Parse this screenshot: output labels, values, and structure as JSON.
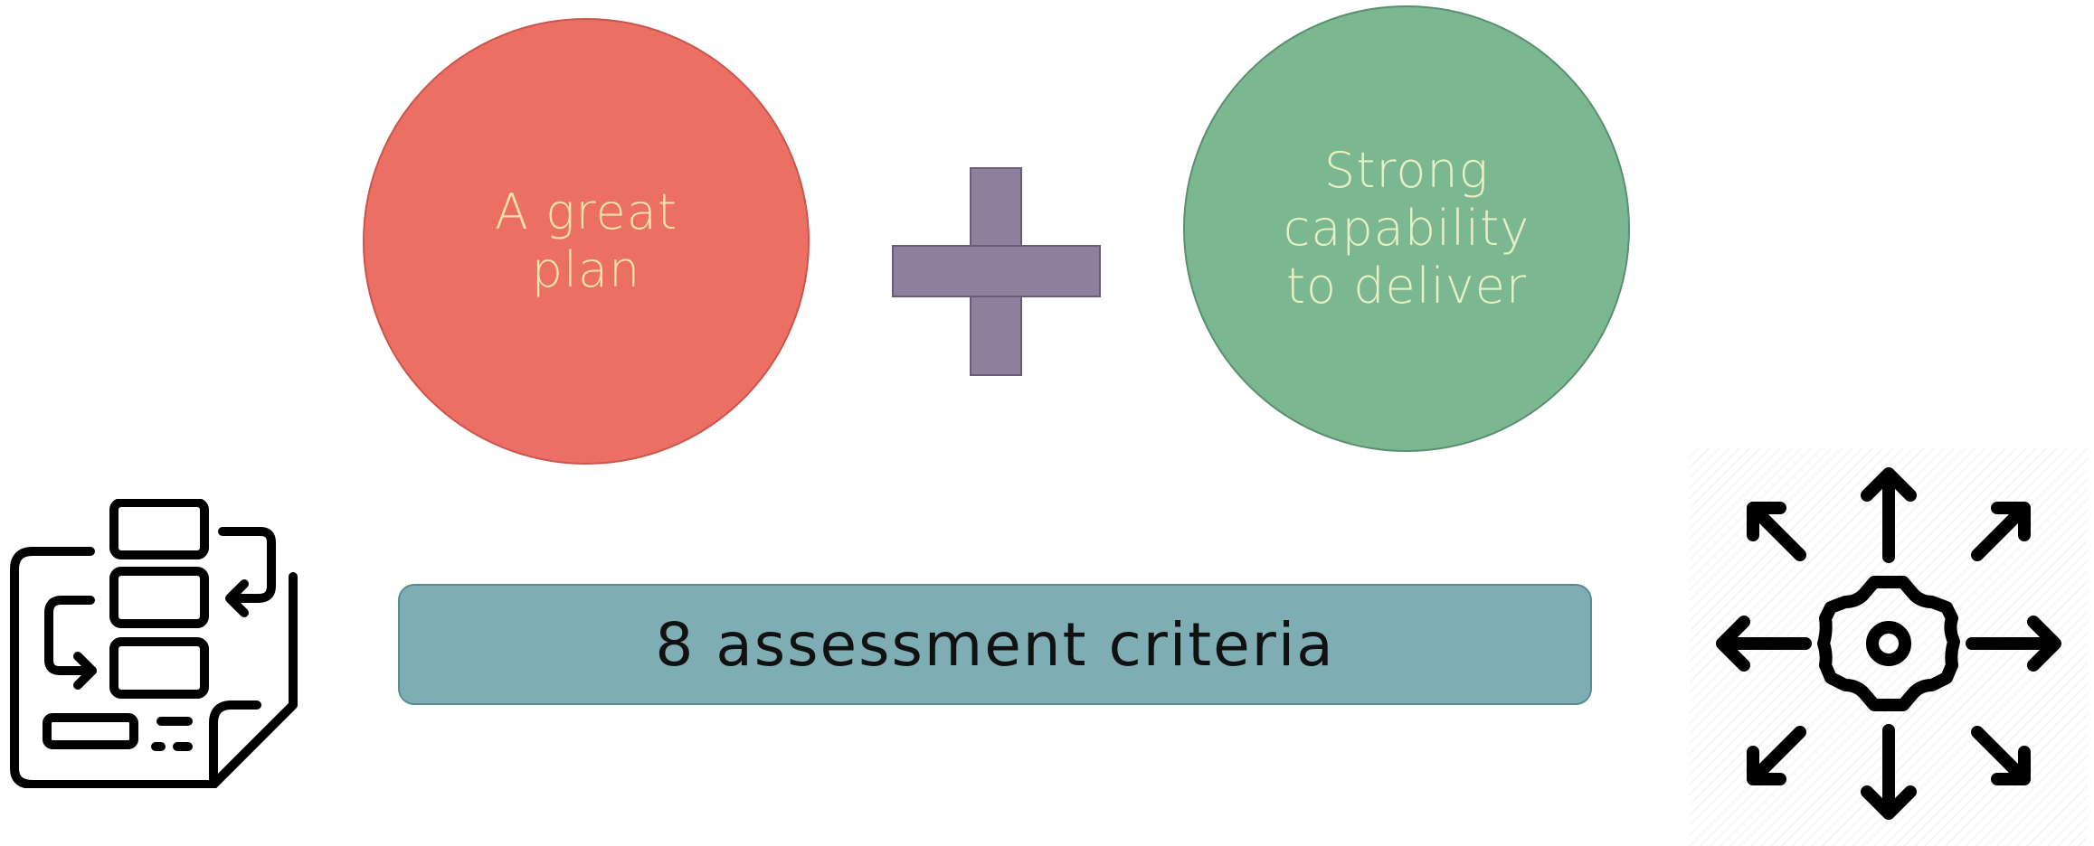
{
  "diagram": {
    "left_circle": {
      "text": "A great\nplan",
      "color": "#ec6f64",
      "text_color": "#f3e2b0"
    },
    "operator": {
      "symbol": "plus",
      "color": "#8f7f9f"
    },
    "right_circle": {
      "text": "Strong\ncapability\nto deliver",
      "color": "#7bb891",
      "text_color": "#e9efc4"
    },
    "bar": {
      "text": "8 assessment criteria",
      "color": "#7fadb4"
    }
  },
  "icons": {
    "left": "plan-flowchart-icon",
    "right": "gear-arrows-icon"
  }
}
